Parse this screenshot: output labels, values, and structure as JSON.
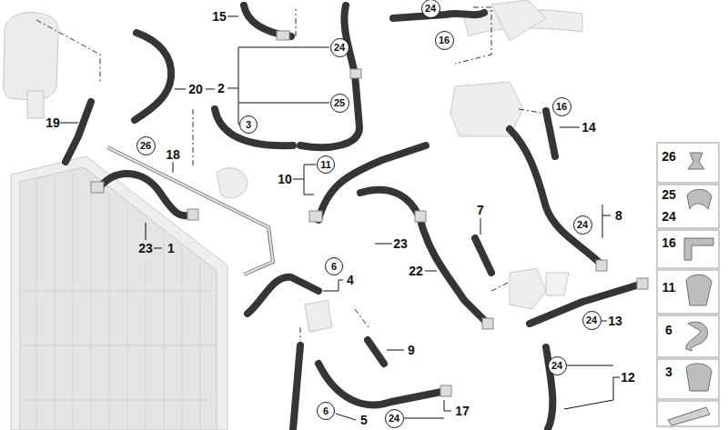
{
  "diagram": {
    "nodes": [
      {
        "text": [
          "24"
        ]
      },
      {
        "text": [
          "16"
        ]
      },
      {
        "text": [
          "24"
        ]
      },
      {
        "text": [
          "25"
        ]
      },
      {
        "text": [
          "16"
        ]
      },
      {
        "text": [
          "3"
        ]
      },
      {
        "text": [
          "26"
        ]
      },
      {
        "text": [
          "11"
        ]
      },
      {
        "text": [
          "24"
        ]
      },
      {
        "text": [
          "6"
        ]
      },
      {
        "text": [
          "24"
        ]
      },
      {
        "text": [
          "24"
        ]
      },
      {
        "text": [
          "6"
        ]
      },
      {
        "text": [
          "24"
        ]
      }
    ],
    "labels": [
      "15",
      "2",
      "20",
      "19",
      "14",
      "18",
      "10",
      "7",
      "8",
      "23",
      "1",
      "23",
      "22",
      "4",
      "13",
      "9",
      "12",
      "17",
      "5",
      "26",
      "25",
      "24",
      "16",
      "11",
      "6",
      "3"
    ]
  }
}
